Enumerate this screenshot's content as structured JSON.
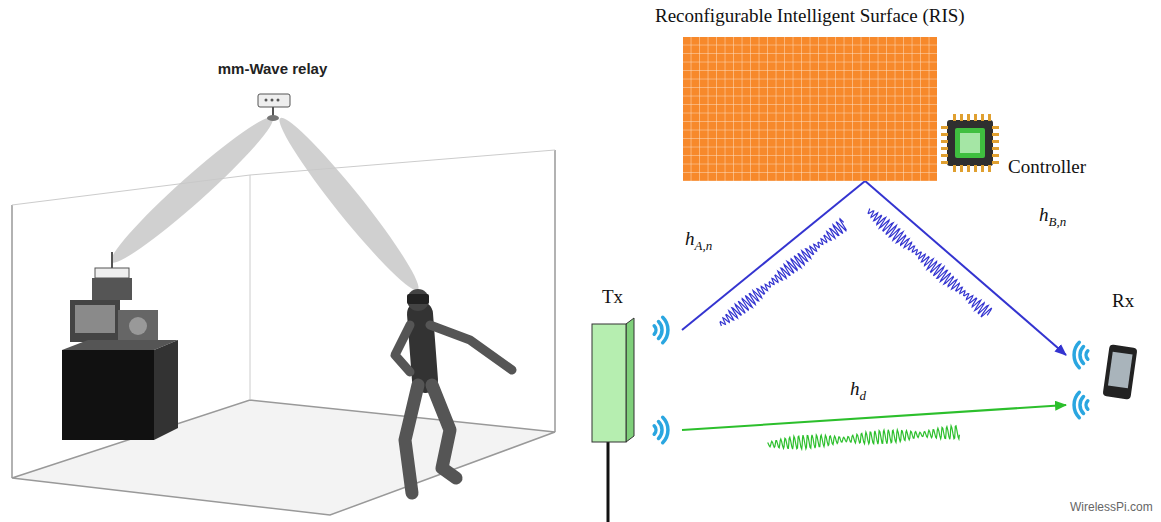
{
  "diagram": {
    "nodes": [
      {
        "text": [
          "Reconfigurable Intelligent Surface (RIS)"
        ]
      },
      {
        "text": [
          "Controller"
        ]
      },
      {
        "text": [
          "Tx"
        ]
      },
      {
        "text": [
          "Rx"
        ]
      }
    ],
    "edges": [
      {
        "from": 2,
        "to": 0,
        "arrow": "none",
        "label": "hA,n"
      },
      {
        "from": 0,
        "to": 3,
        "arrow": "to",
        "label": "hB,n"
      },
      {
        "from": 2,
        "to": 3,
        "arrow": "to",
        "label": "hd"
      }
    ],
    "labels": [
      "mm-Wave relay",
      "WirelessPi.com"
    ]
  }
}
